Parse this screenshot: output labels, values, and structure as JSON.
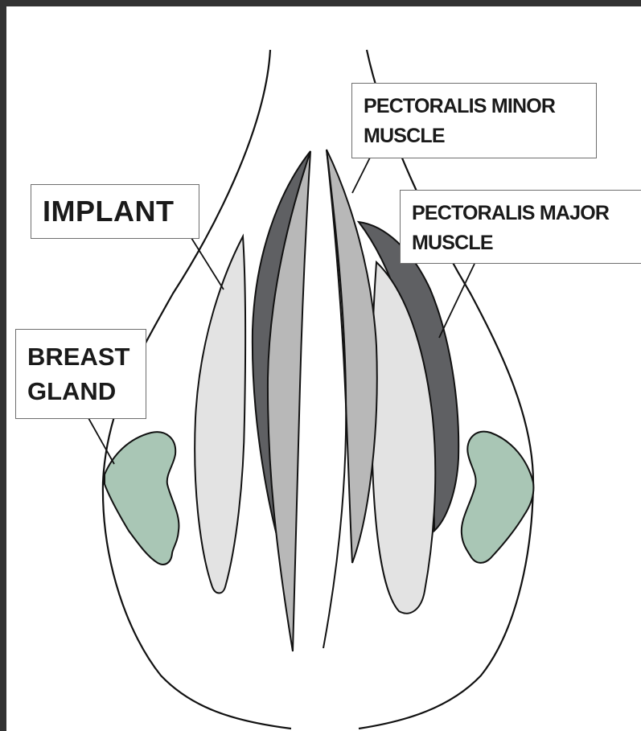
{
  "labels": {
    "implant": "IMPLANT",
    "breast_gland": [
      "BREAST",
      "GLAND"
    ],
    "pectoralis_minor": [
      "PECTORALIS MINOR",
      "MUSCLE"
    ],
    "pectoralis_major": [
      "PECTORALIS MAJOR",
      "MUSCLE"
    ]
  },
  "colors": {
    "frame": "#333333",
    "background": "#ffffff",
    "outline": "#111111",
    "implant_fill": "#e3e3e3",
    "pectoralis_minor_fill": "#b8b8b8",
    "pectoralis_major_fill": "#5f6063",
    "breast_gland_fill": "#a9c6b5",
    "label_border": "#6e6e6e"
  }
}
